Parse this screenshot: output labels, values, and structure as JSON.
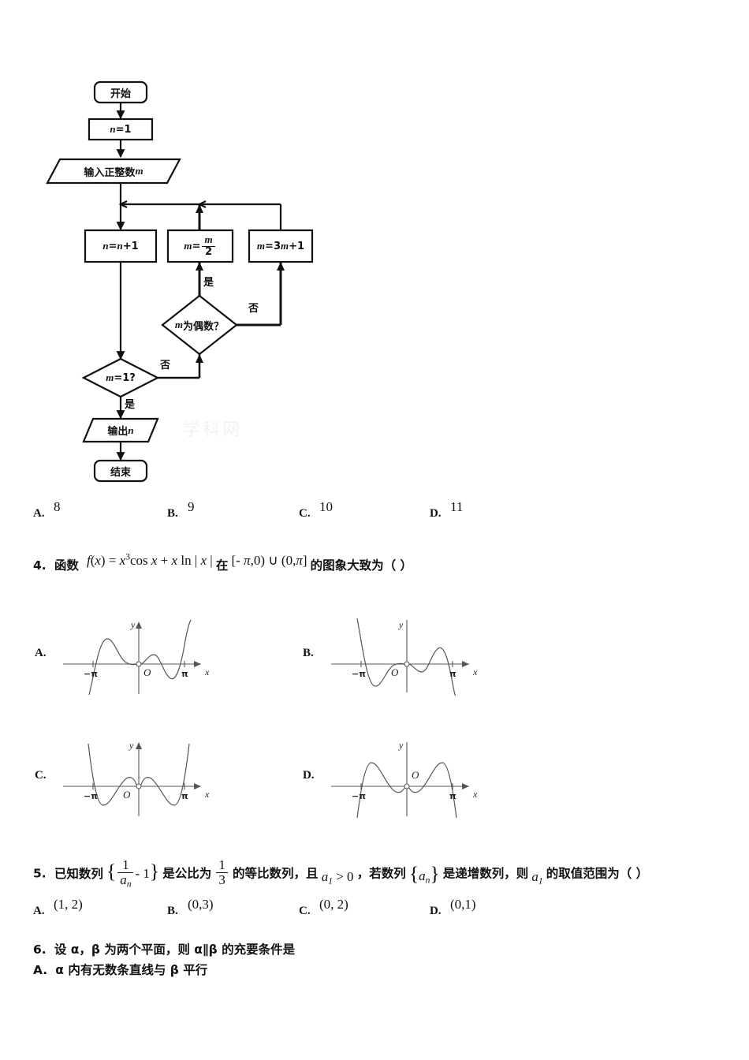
{
  "document": {
    "watermark": "学科网"
  },
  "flowchart": {
    "nodes": [
      {
        "id": "start",
        "shape": "rounded",
        "text": "开始"
      },
      {
        "id": "init",
        "shape": "rect",
        "text": "n=1"
      },
      {
        "id": "input",
        "shape": "parallelogram",
        "text": "输入正整数m"
      },
      {
        "id": "count",
        "shape": "rect",
        "text": "n=n+1"
      },
      {
        "id": "half",
        "shape": "rect",
        "text": "m=m/2"
      },
      {
        "id": "triple",
        "shape": "rect",
        "text": "m=3m+1"
      },
      {
        "id": "iseven",
        "shape": "diamond",
        "text": "m为偶数？"
      },
      {
        "id": "isone",
        "shape": "diamond",
        "text": "m=1?"
      },
      {
        "id": "output",
        "shape": "parallelogram",
        "text": "输出n"
      },
      {
        "id": "end",
        "shape": "rounded",
        "text": "结束"
      }
    ],
    "edge_labels": [
      {
        "id": "even-yes",
        "text": "是"
      },
      {
        "id": "even-no",
        "text": "否"
      },
      {
        "id": "one-no",
        "text": "否"
      },
      {
        "id": "one-yes",
        "text": "是"
      }
    ]
  },
  "question3": {
    "options": [
      {
        "letter": "A.",
        "value": "8"
      },
      {
        "letter": "B.",
        "value": "9"
      },
      {
        "letter": "C.",
        "value": "10"
      },
      {
        "letter": "D.",
        "value": "11"
      }
    ]
  },
  "question4": {
    "number": "4.",
    "lead": "函数",
    "formula": "f(x) = x³cos x + x ln|x|",
    "mid": "在",
    "domain": "[-π,0) ∪ (0,π]",
    "tail": "的图象大致为（  ）",
    "options": [
      {
        "letter": "A.",
        "graph": "odd-rising"
      },
      {
        "letter": "B.",
        "graph": "odd-falling"
      },
      {
        "letter": "C.",
        "graph": "even-up"
      },
      {
        "letter": "D.",
        "graph": "even-down"
      }
    ],
    "axis_labels": {
      "x": "x",
      "y": "y",
      "origin": "O",
      "left_tick": "−π",
      "right_tick": "π"
    }
  },
  "question5": {
    "number": "5.",
    "part1": "已知数列",
    "set1_num": "1",
    "set1_den": "a",
    "set1_den_sub": "n",
    "set1_tail": "- 1",
    "part2": "是公比为",
    "ratio_num": "1",
    "ratio_den": "3",
    "part3": "的等比数列，且",
    "cond": "a₁ > 0",
    "part4": "，若数列",
    "set2": "a",
    "set2_sub": "n",
    "part5": "是递增数列，则",
    "var": "a₁",
    "part6": "的取值范围为（  ）",
    "options": [
      {
        "letter": "A.",
        "value": "(1, 2)"
      },
      {
        "letter": "B.",
        "value": "(0,3)"
      },
      {
        "letter": "C.",
        "value": "(0, 2)"
      },
      {
        "letter": "D.",
        "value": "(0,1)"
      }
    ]
  },
  "question6": {
    "number": "6.",
    "text": "设 α，β 为两个平面，则 α∥β 的充要条件是",
    "options": [
      {
        "letter": "A.",
        "text": "α 内有无数条直线与 β 平行"
      }
    ]
  }
}
